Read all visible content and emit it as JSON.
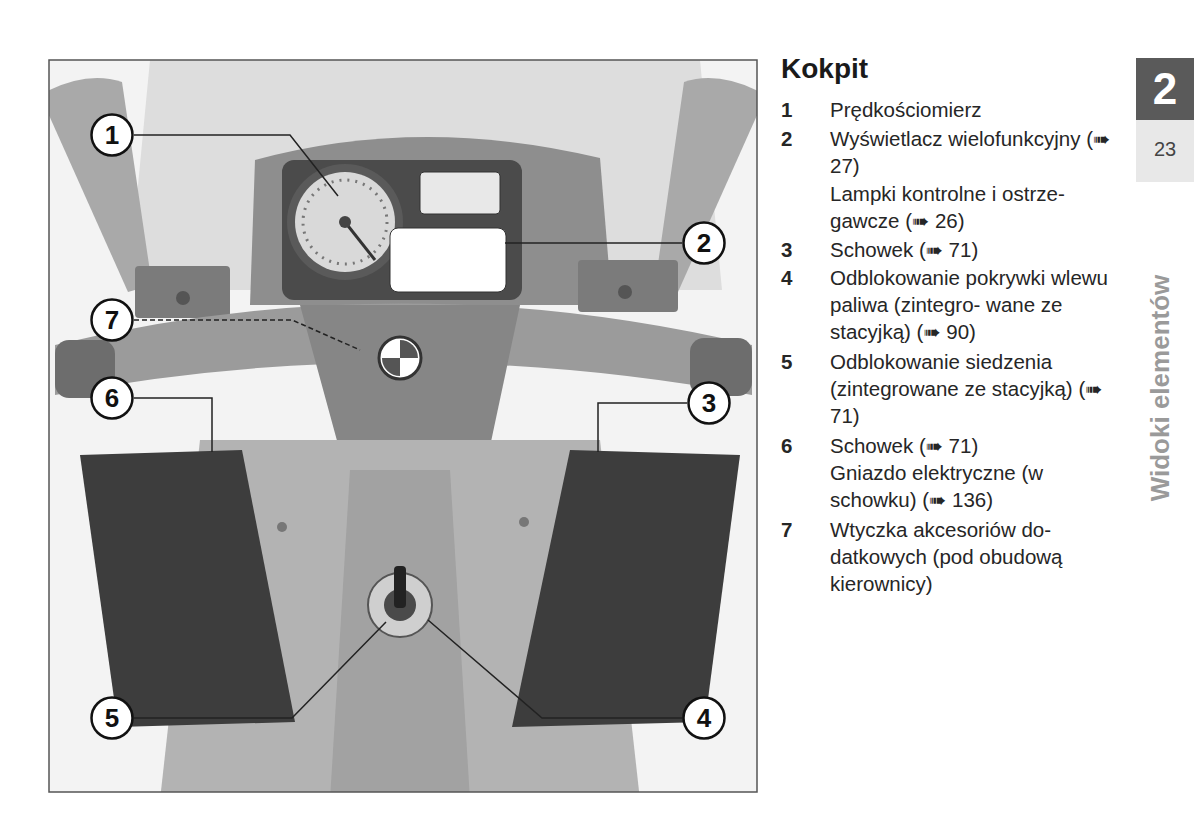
{
  "diagram": {
    "title": "Kokpit",
    "nodes": [
      {
        "text": [
          "1"
        ]
      },
      {
        "text": [
          "2"
        ]
      },
      {
        "text": [
          "7"
        ]
      },
      {
        "text": [
          "6"
        ]
      },
      {
        "text": [
          "3"
        ]
      },
      {
        "text": [
          "5"
        ]
      },
      {
        "text": [
          "4"
        ]
      }
    ],
    "labels": [
      "1",
      "Prędkościomierz",
      "2",
      "Wyświetlacz wielofunkcyjny (➠ 27)",
      "Lampki kontrolne i ostrze- gawcze (➠ 26)",
      "3",
      "Schowek (➠ 71)",
      "4",
      "Odblokowanie pokrywki wlewu paliwa (zintegro- wane ze stacyjką) (➠ 90)",
      "5",
      "Odblokowanie siedzenia (zintegrowane ze stacyjką) (➠ 71)",
      "6",
      "Schowek (➠ 71)",
      "Gniazdo elektryczne (w schowku) (➠ 136)",
      "7",
      "Wtyczka akcesoriów do- datkowych (pod obudową kierownicy)",
      "2",
      "23",
      "Widoki elementów"
    ]
  }
}
